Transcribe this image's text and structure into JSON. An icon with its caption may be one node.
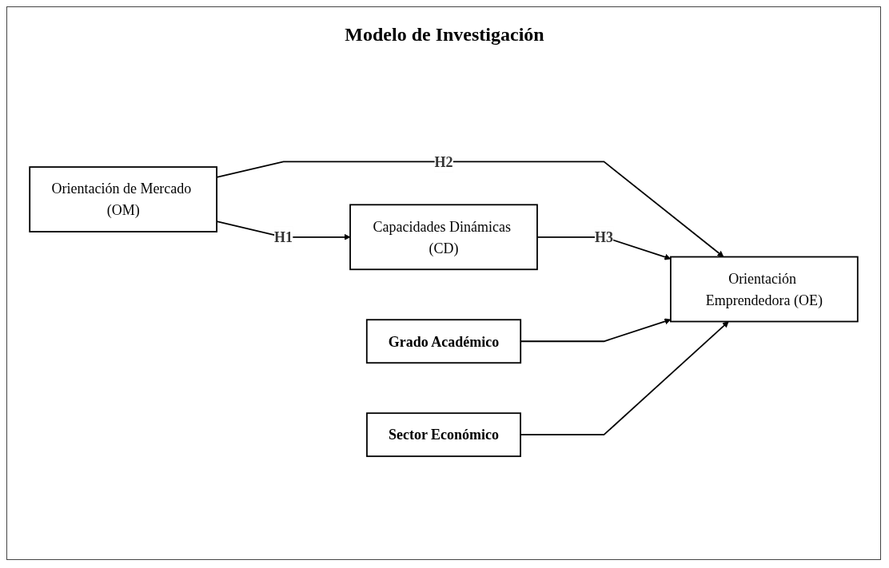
{
  "diagram": {
    "title": "Modelo de Investigación",
    "nodes": [
      {
        "text": [
          "Orientación de Mercado (OM)"
        ]
      },
      {
        "text": [
          "Grado Académico"
        ]
      },
      {
        "text": [
          "Orientación Emprendedora (OE)"
        ]
      },
      {
        "text": [
          "Capacidades Dinámicas (CD)"
        ]
      },
      {
        "text": [
          "Sector Económico"
        ]
      }
    ],
    "edges": [
      {
        "from": 0,
        "to": 3,
        "arrow": "to",
        "label": "H1"
      },
      {
        "from": 0,
        "to": 2,
        "arrow": "to",
        "label": "H2"
      },
      {
        "from": 3,
        "to": 2,
        "arrow": "to",
        "label": "H3"
      },
      {
        "from": 1,
        "to": 2,
        "arrow": "to"
      },
      {
        "from": 4,
        "to": 2,
        "arrow": "to"
      }
    ]
  }
}
